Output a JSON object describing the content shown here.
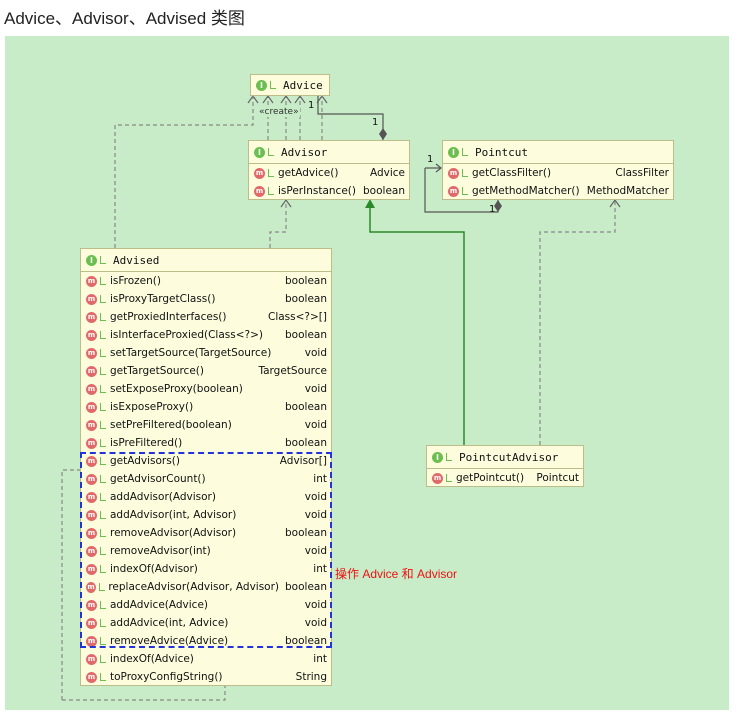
{
  "page_title": "Advice、Advisor、Advised 类图",
  "icons": {
    "interface": "interface-icon",
    "method": "method-icon",
    "visibility": "public-visibility-icon"
  },
  "colors": {
    "background": "#c8ecc8",
    "box_fill": "#fdfdde",
    "dashed_group": "#2233dd",
    "annotation": "#ee1111",
    "realization_arrow": "#2a8a2a"
  },
  "nodes": {
    "advice": {
      "name": "Advice",
      "methods": []
    },
    "advisor": {
      "name": "Advisor",
      "methods": [
        {
          "name": "getAdvice()",
          "type": "Advice"
        },
        {
          "name": "isPerInstance()",
          "type": "boolean"
        }
      ]
    },
    "pointcut": {
      "name": "Pointcut",
      "methods": [
        {
          "name": "getClassFilter()",
          "type": "ClassFilter"
        },
        {
          "name": "getMethodMatcher()",
          "type": "MethodMatcher"
        }
      ]
    },
    "pointcut_advisor": {
      "name": "PointcutAdvisor",
      "methods": [
        {
          "name": "getPointcut()",
          "type": "Pointcut"
        }
      ]
    },
    "advised": {
      "name": "Advised",
      "methods": [
        {
          "name": "isFrozen()",
          "type": "boolean"
        },
        {
          "name": "isProxyTargetClass()",
          "type": "boolean"
        },
        {
          "name": "getProxiedInterfaces()",
          "type": "Class<?>[]"
        },
        {
          "name": "isInterfaceProxied(Class<?>)",
          "type": "boolean"
        },
        {
          "name": "setTargetSource(TargetSource)",
          "type": "void"
        },
        {
          "name": "getTargetSource()",
          "type": "TargetSource"
        },
        {
          "name": "setExposeProxy(boolean)",
          "type": "void"
        },
        {
          "name": "isExposeProxy()",
          "type": "boolean"
        },
        {
          "name": "setPreFiltered(boolean)",
          "type": "void"
        },
        {
          "name": "isPreFiltered()",
          "type": "boolean"
        },
        {
          "name": "getAdvisors()",
          "type": "Advisor[]"
        },
        {
          "name": "getAdvisorCount()",
          "type": "int"
        },
        {
          "name": "addAdvisor(Advisor)",
          "type": "void"
        },
        {
          "name": "addAdvisor(int, Advisor)",
          "type": "void"
        },
        {
          "name": "removeAdvisor(Advisor)",
          "type": "boolean"
        },
        {
          "name": "removeAdvisor(int)",
          "type": "void"
        },
        {
          "name": "indexOf(Advisor)",
          "type": "int"
        },
        {
          "name": "replaceAdvisor(Advisor, Advisor)",
          "type": "boolean"
        },
        {
          "name": "addAdvice(Advice)",
          "type": "void"
        },
        {
          "name": "addAdvice(int, Advice)",
          "type": "void"
        },
        {
          "name": "removeAdvice(Advice)",
          "type": "boolean"
        },
        {
          "name": "indexOf(Advice)",
          "type": "int"
        },
        {
          "name": "toProxyConfigString()",
          "type": "String"
        }
      ]
    }
  },
  "edge_labels": {
    "create": "«create»",
    "mult_advisor_advice": "1",
    "mult_advisor_side": "1",
    "mult_pointcut": "1",
    "mult_pointcut_advisor": "1"
  },
  "annotation": "操作 Advice 和 Advisor"
}
